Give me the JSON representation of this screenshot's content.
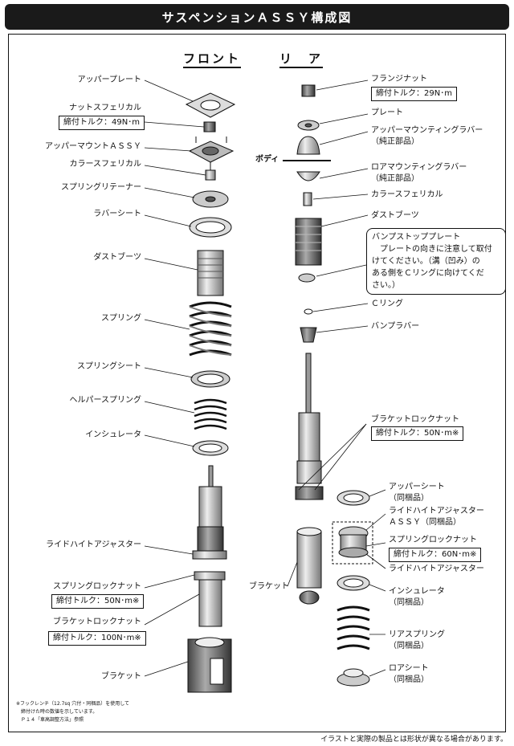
{
  "title": "サスペンションＡＳＳＹ構成図",
  "headings": {
    "front": "フロント",
    "rear": "リ　ア"
  },
  "front_labels": {
    "upper_plate": "アッパープレート",
    "nut_spherical": "ナットスフェリカル",
    "nut_torque": "締付トルク：49N･m",
    "upper_mount_assy": "アッパーマウントＡＳＳＹ",
    "collar_spherical": "カラースフェリカル",
    "spring_retainer": "スプリングリテーナー",
    "rubber_seat": "ラバーシート",
    "dust_boot": "ダストブーツ",
    "spring": "スプリング",
    "spring_seat": "スプリングシート",
    "helper_spring": "ヘルパースプリング",
    "insulator": "インシュレータ",
    "ride_height_adjuster": "ライドハイトアジャスター",
    "spring_lock_nut": "スプリングロックナット",
    "spring_lock_torque": "締付トルク：50N･m※",
    "bracket_lock_nut": "ブラケットロックナット",
    "bracket_lock_torque": "締付トルク：100N･m※",
    "bracket": "ブラケット"
  },
  "rear_labels": {
    "flange_nut": "フランジナット",
    "flange_torque": "締付トルク：29N･m",
    "plate": "プレート",
    "upper_mounting_rubber": "アッパーマウンティングラバー",
    "upper_mounting_rubber_sub": "（純正部品）",
    "body": "ボディ",
    "lower_mounting_rubber": "ロアマウンティングラバー",
    "lower_mounting_rubber_sub": "（純正部品）",
    "collar_spherical": "カラースフェリカル",
    "dust_boot": "ダストブーツ",
    "bump_stop_plate": "バンプストッププレート",
    "bump_stop_note": [
      "プレートの向きに注意して取付",
      "けてください。（溝（凹み）の",
      "ある側をＣリングに向けてくだ",
      "さい。）"
    ],
    "c_ring": "Ｃリング",
    "bump_rubber": "バンプラバー",
    "bracket_lock_nut": "ブラケットロックナット",
    "bracket_lock_torque": "締付トルク：50N･m※",
    "upper_seat": "アッパーシート",
    "upper_seat_sub": "（同梱品）",
    "rha_assy": "ライドハイトアジャスター",
    "rha_assy_sub": "ＡＳＳＹ（同梱品）",
    "spring_lock_nut": "スプリングロックナット",
    "spring_lock_torque": "締付トルク：60N･m※",
    "ride_height_adjuster": "ライドハイトアジャスター",
    "bracket": "ブラケット",
    "insulator": "インシュレータ",
    "insulator_sub": "（同梱品）",
    "rear_spring": "リアスプリング",
    "rear_spring_sub": "（同梱品）",
    "lower_seat": "ロアシート",
    "lower_seat_sub": "（同梱品）"
  },
  "footnote": [
    "※フックレンチ（12.7sq 穴付・同梱品）を使用して",
    "　締付けた時の数値を示しています。",
    "　Ｐ１４「車高調整方法」参照"
  ],
  "disclaimer": "イラストと実際の製品とは形状が異なる場合があります。"
}
